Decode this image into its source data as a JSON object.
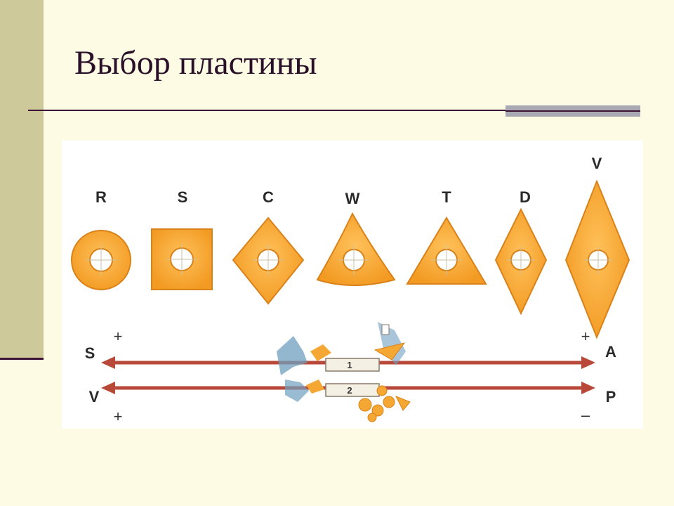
{
  "slide": {
    "title": "Выбор пластины"
  },
  "figure": {
    "insert_shapes": [
      {
        "code": "R"
      },
      {
        "code": "S"
      },
      {
        "code": "C"
      },
      {
        "code": "W"
      },
      {
        "code": "T"
      },
      {
        "code": "D"
      },
      {
        "code": "V"
      }
    ],
    "scale_top": {
      "left_label": "S",
      "left_sign": "+",
      "right_label": "A",
      "right_sign": "+",
      "box_number": "1"
    },
    "scale_bottom": {
      "left_label": "V",
      "left_sign": "+",
      "right_label": "P",
      "right_sign": "–",
      "box_number": "2"
    },
    "colors": {
      "insert_fill": "#f5a733",
      "insert_stroke": "#d9821a",
      "arrow": "#b8483a",
      "chip": "#6f9fbf"
    }
  }
}
